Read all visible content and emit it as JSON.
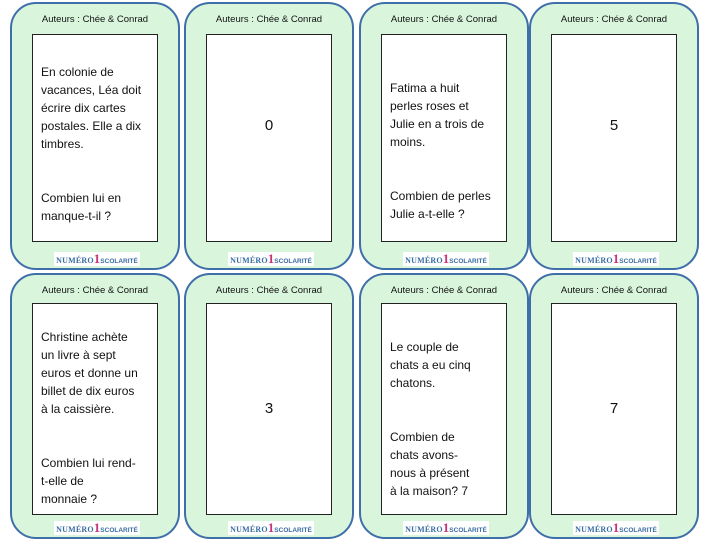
{
  "colors": {
    "card_background": "#d9f6dc",
    "card_border": "#3f6fa8",
    "logo_blue": "#3a6da3",
    "logo_pink": "#c6347a"
  },
  "logo": {
    "word": "NUMÉRO",
    "number": "1",
    "sub": "SCOLARITÉ"
  },
  "cards": [
    {
      "header": "Auteurs : Chée & Conrad",
      "text": "En colonie de\nvacances, Léa doit\nécrire dix cartes\npostales. Elle a dix\ntimbres.\n\n\nCombien lui en\nmanque-t-il ?"
    },
    {
      "header": "Auteurs : Chée & Conrad",
      "answer": "0"
    },
    {
      "header": "Auteurs : Chée & Conrad",
      "text": "Fatima a huit\nperles roses et\nJulie en a trois de\nmoins.\n\n\nCombien de perles\nJulie a-t-elle ?"
    },
    {
      "header": "Auteurs : Chée & Conrad",
      "answer": "5"
    },
    {
      "header": "Auteurs : Chée & Conrad",
      "text": "Christine achète\nun livre à sept\neuros et donne un\nbillet de dix euros\nà la caissière.\n\n\nCombien lui rend-\nt-elle de\nmonnaie ?"
    },
    {
      "header": "Auteurs : Chée & Conrad",
      "answer": "3"
    },
    {
      "header": "Auteurs : Chée & Conrad",
      "text": "Le couple de\nchats a eu cinq\nchatons.\n\n\nCombien de\nchats  avons-\nnous à présent\nà la maison? 7"
    },
    {
      "header": "Auteurs : Chée & Conrad",
      "answer": "7"
    }
  ]
}
